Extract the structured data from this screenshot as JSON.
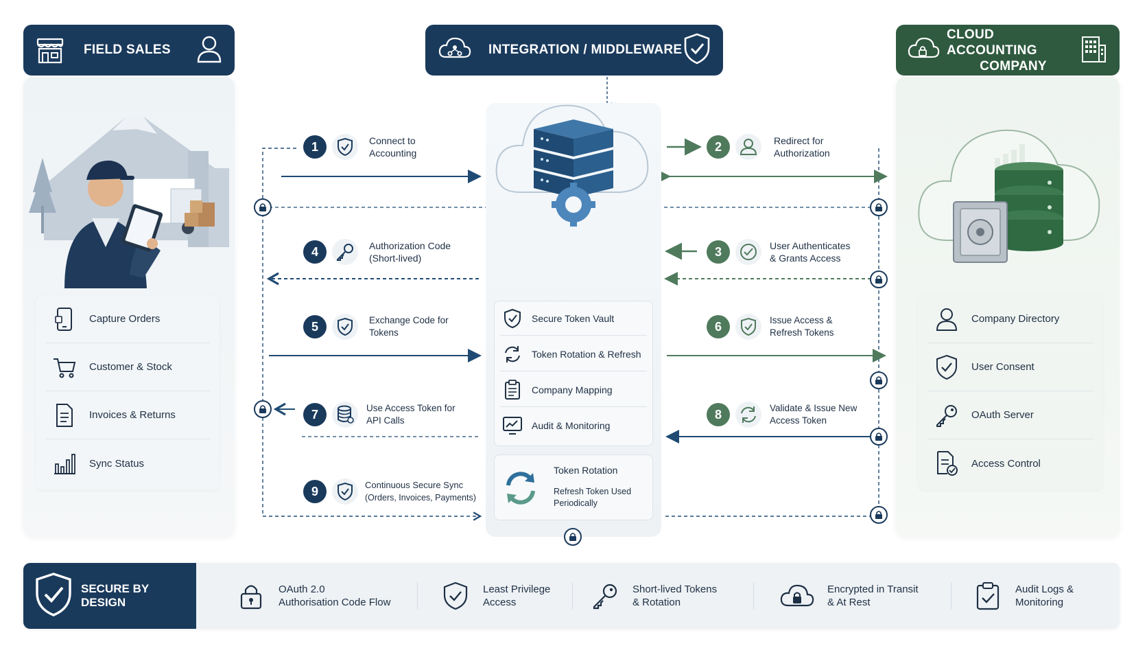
{
  "headers": {
    "field_sales": "FIELD SALES",
    "middleware": "INTEGRATION / MIDDLEWARE",
    "cloud_line1": "CLOUD ACCOUNTING",
    "cloud_line2": "COMPANY"
  },
  "field_sales_items": [
    {
      "label": "Capture Orders",
      "icon": "tablet-icon"
    },
    {
      "label": "Customer & Stock",
      "icon": "cart-icon"
    },
    {
      "label": "Invoices & Returns",
      "icon": "document-icon"
    },
    {
      "label": "Sync Status",
      "icon": "bar-chart-icon"
    }
  ],
  "cloud_items": [
    {
      "label": "Company Directory",
      "icon": "user-icon"
    },
    {
      "label": "User Consent",
      "icon": "shield-check-icon"
    },
    {
      "label": "OAuth Server",
      "icon": "key-icon"
    },
    {
      "label": "Access Control",
      "icon": "document-check-icon"
    }
  ],
  "steps": [
    {
      "num": "1",
      "line1": "Connect to",
      "line2": "Accounting",
      "icon": "shield-check-icon"
    },
    {
      "num": "2",
      "line1": "Redirect for",
      "line2": "Authorization",
      "icon": "user-icon"
    },
    {
      "num": "3",
      "line1": "User Authenticates",
      "line2": "& Grants Access",
      "icon": "check-circle-icon"
    },
    {
      "num": "4",
      "line1": "Authorization Code",
      "line2": "(Short-lived)",
      "icon": "key-icon"
    },
    {
      "num": "5",
      "line1": "Exchange Code for",
      "line2": "Tokens",
      "icon": "shield-check-icon"
    },
    {
      "num": "6",
      "line1": "Issue Access &",
      "line2": "Refresh Tokens",
      "icon": "shield-check-icon"
    },
    {
      "num": "7",
      "line1": "Use Access Token for",
      "line2": "API Calls",
      "icon": "database-icon"
    },
    {
      "num": "8",
      "line1": "Validate & Issue New",
      "line2": "Access Token",
      "icon": "refresh-icon"
    },
    {
      "num": "9",
      "line1": "Continuous Secure Sync",
      "line2": "(Orders, Invoices, Payments)",
      "icon": "shield-check-icon"
    }
  ],
  "middleware_features": [
    {
      "label": "Secure Token Vault",
      "icon": "shield-check-icon"
    },
    {
      "label": "Token Rotation & Refresh",
      "icon": "refresh-icon"
    },
    {
      "label": "Company Mapping",
      "icon": "clipboard-icon"
    },
    {
      "label": "Audit & Monitoring",
      "icon": "monitor-chart-icon"
    }
  ],
  "token_rotation": {
    "title": "Token Rotation",
    "line1": "Refresh Token Used",
    "line2": "Periodically"
  },
  "bottom": {
    "secure_label": "SECURE BY DESIGN",
    "items": [
      {
        "line1": "OAuth 2.0",
        "line2": "Authorisation Code Flow",
        "icon": "padlock-icon"
      },
      {
        "line1": "Least Privilege",
        "line2": "Access",
        "icon": "shield-check-icon"
      },
      {
        "line1": "Short-lived Tokens",
        "line2": "& Rotation",
        "icon": "key-icon"
      },
      {
        "line1": "Encrypted in Transit",
        "line2": "& At Rest",
        "icon": "cloud-lock-icon"
      },
      {
        "line1": "Audit Logs &",
        "line2": "Monitoring",
        "icon": "clipboard-check-icon"
      }
    ]
  },
  "colors": {
    "navy": "#1a3a5c",
    "green": "#2f5a3f",
    "step_green": "#4f7a5c",
    "arrow_navy": "#1f4a73",
    "arrow_green": "#4f7a5c"
  }
}
